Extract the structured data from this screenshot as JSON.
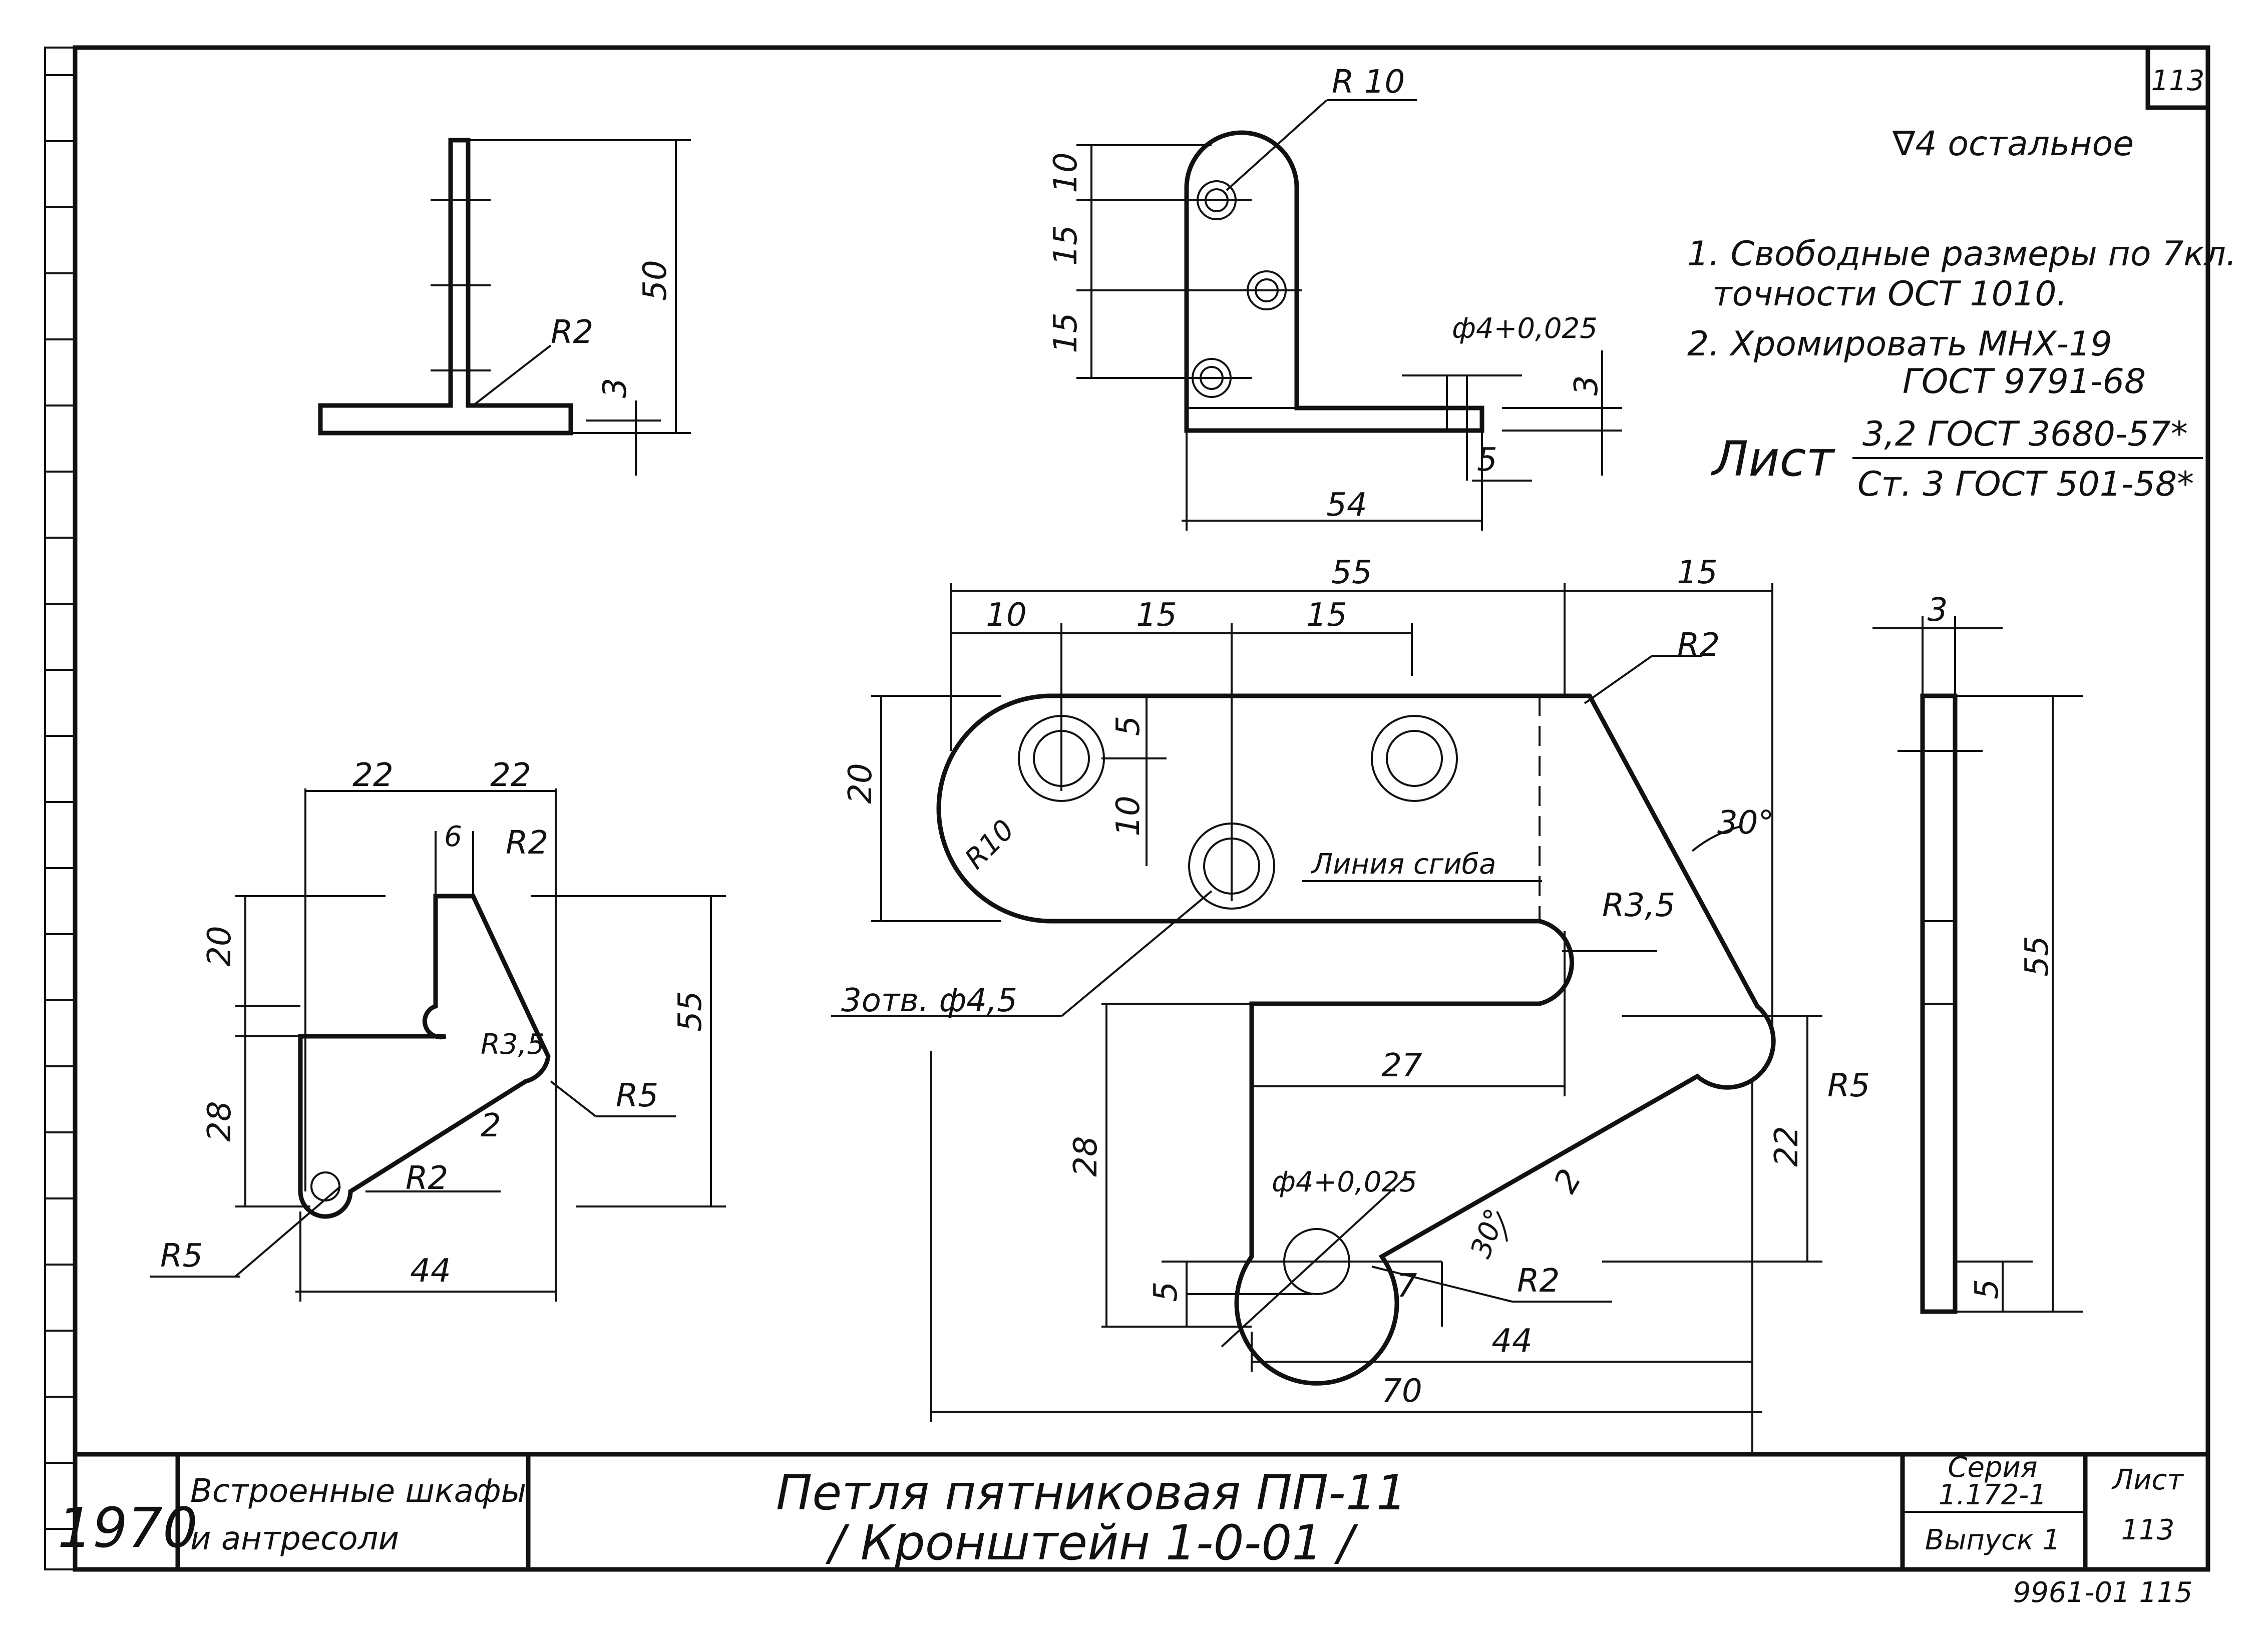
{
  "sheet": {
    "corner_number": "113",
    "surface_note": "∇4 остальное",
    "notes": [
      "1. Свободные размеры по 7кл.",
      "точности ОСТ 1010.",
      "2. Хромировать МНХ-19",
      "ГОСТ 9791-68"
    ],
    "material": {
      "label": "Лист",
      "numerator": "3,2 ГОСТ 3680-57*",
      "denominator": "Ст. 3 ГОСТ 501-58*"
    }
  },
  "views": {
    "side_small": {
      "dims": [
        "R2",
        "50",
        "3"
      ]
    },
    "top_small": {
      "dims": [
        "R 10",
        "10",
        "15",
        "15",
        "ф4+0,025",
        "3",
        "5",
        "54"
      ]
    },
    "left_view": {
      "dims": [
        "22",
        "22",
        "6",
        "R2",
        "20",
        "28",
        "R3,5",
        "R5",
        "55",
        "2",
        "R2",
        "R5",
        "44"
      ]
    },
    "flat_pattern": {
      "dims": [
        "55",
        "15",
        "10",
        "15",
        "15",
        "R2",
        "5",
        "20",
        "10",
        "R10",
        "30°",
        "R3,5",
        "27",
        "28",
        "R5",
        "22",
        "2",
        "ф4+0,025",
        "30°",
        "5",
        "7",
        "R2",
        "44",
        "70"
      ],
      "labels": {
        "bend_line": "Линия сгиба",
        "holes": "3отв. ф4,5"
      }
    },
    "edge_view": {
      "dims": [
        "3",
        "55",
        "5"
      ]
    }
  },
  "title_block": {
    "year": "1970",
    "subject_line1": "Встроенные шкафы",
    "subject_line2": "и антресоли",
    "title_line1": "Петля пятниковая ПП-11",
    "title_line2": "/ Кронштейн 1-0-01 /",
    "series_label": "Серия",
    "series_value": "1.172-1",
    "issue": "Выпуск 1",
    "sheet_label": "Лист",
    "sheet_value": "113",
    "footer": "9961-01  115"
  }
}
